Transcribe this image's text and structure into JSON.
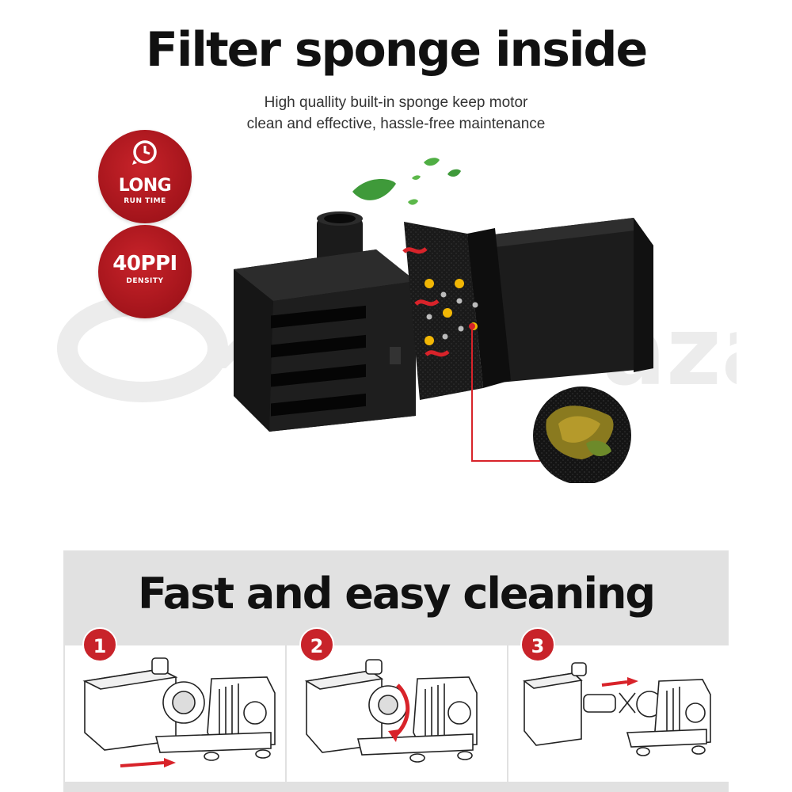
{
  "header": {
    "title": "Filter sponge inside",
    "subtitle_line1": "High quallity built-in sponge keep motor",
    "subtitle_line2": "clean and effective, hassle-free maintenance"
  },
  "badges": [
    {
      "big": "LONG",
      "small": "RUN TIME",
      "icon": "clock-refresh-icon"
    },
    {
      "big": "40PPI",
      "small": "DENSITY"
    }
  ],
  "watermark": {
    "brand_partial": "aza"
  },
  "cleaning": {
    "title": "Fast and easy cleaning",
    "steps": [
      {
        "number": "1"
      },
      {
        "number": "2"
      },
      {
        "number": "3"
      }
    ]
  },
  "colors": {
    "accent_red": "#c8232a",
    "panel_gray": "#e1e1e1",
    "pump_black": "#1a1a1a",
    "flow_dot_yellow": "#f2b705"
  }
}
